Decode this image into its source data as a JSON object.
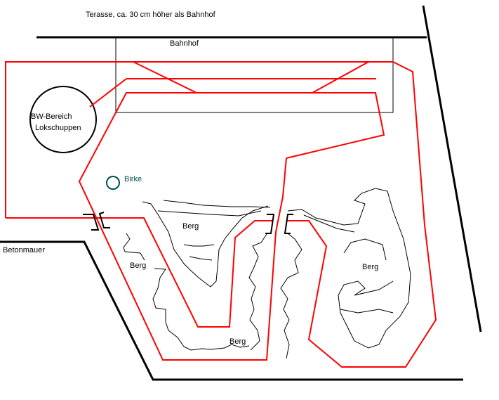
{
  "labels": {
    "terrace": "Terasse,  ca. 30 cm höher als Bahnhof",
    "station": "Bahnhof",
    "depot_line1": "BW-Bereich",
    "depot_line2": "Lokschuppen",
    "birch": "Birke",
    "concrete_wall": "Betonmauer",
    "mountain_1": "Berg",
    "mountain_2": "Berg",
    "mountain_3": "Berg",
    "mountain_4": "Berg"
  },
  "colors": {
    "track": "#ff0000",
    "wall": "#000000",
    "birch": "#005050"
  }
}
